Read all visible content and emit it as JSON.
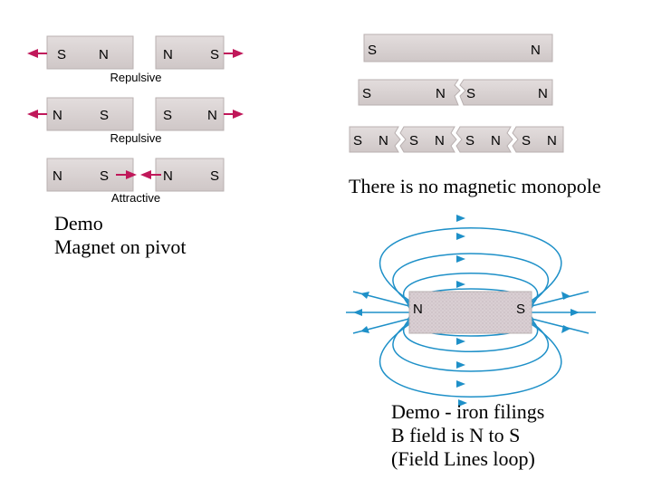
{
  "interactions": {
    "pairs": [
      {
        "name": "repulsive-pair-1",
        "left": [
          "S",
          "N"
        ],
        "right": [
          "N",
          "S"
        ],
        "caption": "Repulsive",
        "arrows": "outward"
      },
      {
        "name": "repulsive-pair-2",
        "left": [
          "N",
          "S"
        ],
        "right": [
          "S",
          "N"
        ],
        "caption": "Repulsive",
        "arrows": "outward"
      },
      {
        "name": "attractive-pair",
        "left": [
          "N",
          "S"
        ],
        "right": [
          "N",
          "S"
        ],
        "caption": "Attractive",
        "arrows": "inward"
      }
    ]
  },
  "monopole": {
    "whole_bar": [
      "S",
      "N"
    ],
    "broken_once": [
      [
        "S",
        "N"
      ],
      [
        "S",
        "N"
      ]
    ],
    "broken_more": [
      [
        "S",
        "N"
      ],
      [
        "S",
        "N"
      ],
      [
        "S",
        "N"
      ],
      [
        "S",
        "N"
      ]
    ],
    "caption": "There is no magnetic monopole"
  },
  "demo_left": {
    "line1": "Demo",
    "line2": "Magnet on pivot"
  },
  "field_diagram": {
    "north": "N",
    "south": "S"
  },
  "demo_right": {
    "line1": "Demo - iron filings",
    "line2": "B field is N to S",
    "line3": "(Field Lines loop)"
  },
  "colors": {
    "arrow": "#c0185a",
    "field_line": "#1e90c8",
    "bar_fill": "#d7d0d0",
    "bar_edge": "#b9b0b0",
    "text": "#000000"
  },
  "icons": {
    "arrow": "arrowhead",
    "break": "zigzag-break"
  }
}
